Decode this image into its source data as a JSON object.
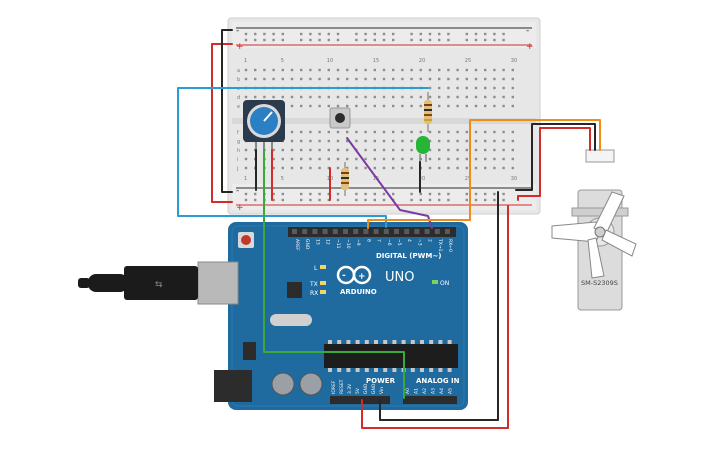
{
  "breadboard": {
    "rail_plus": "+",
    "rail_minus": "-",
    "row_labels_top": [
      "a",
      "b",
      "c",
      "d",
      "e"
    ],
    "row_labels_bottom": [
      "f",
      "g",
      "h",
      "i",
      "j"
    ],
    "column_numbers": [
      "1",
      "5",
      "10",
      "15",
      "20",
      "25",
      "30"
    ]
  },
  "arduino": {
    "brand": "ARDUINO",
    "model": "UNO",
    "digital_label": "DIGITAL (PWM~)",
    "analog_label": "ANALOG IN",
    "power_label": "POWER",
    "on_label": "ON",
    "led_l": "L",
    "led_tx": "TX",
    "led_rx": "RX",
    "digital_pins": [
      "AREF",
      "GND",
      "13",
      "12",
      "~11",
      "~10",
      "~9",
      "8",
      "7",
      "~6",
      "~5",
      "4",
      "~3",
      "2",
      "TX→1",
      "RX←0"
    ],
    "power_pins": [
      "IOREF",
      "RESET",
      "3.3V",
      "5V",
      "GND",
      "GND",
      "Vin"
    ],
    "analog_pins": [
      "A0",
      "A1",
      "A2",
      "A3",
      "A4",
      "A5"
    ]
  },
  "servo": {
    "model": "SM-S2309S"
  },
  "colors": {
    "board_blue": "#1f6a9f",
    "wire_red": "#d12b2b",
    "wire_black": "#262626",
    "wire_orange": "#f08c1a",
    "wire_purple": "#7b3aa3",
    "wire_green": "#3aa83a",
    "wire_blue": "#2a9bd4"
  }
}
